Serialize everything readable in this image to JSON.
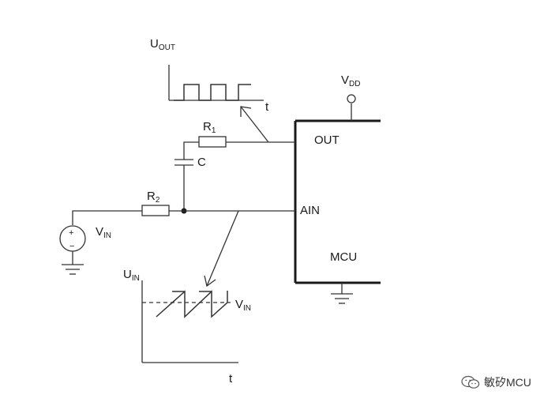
{
  "labels": {
    "uout_main": "U",
    "uout_sub": "OUT",
    "uin_main": "U",
    "uin_sub": "IN",
    "t_top": "t",
    "t_bottom": "t",
    "vdd_main": "V",
    "vdd_sub": "DD",
    "r1_main": "R",
    "r1_sub": "1",
    "r2_main": "R",
    "r2_sub": "2",
    "c": "C",
    "vin_main": "V",
    "vin_sub": "IN",
    "vin_level_main": "V",
    "vin_level_sub": "IN",
    "out_pin": "OUT",
    "ain_pin": "AIN",
    "mcu": "MCU",
    "source_plus": "+",
    "source_minus": "−"
  },
  "watermark": {
    "icon": "wechat-icon",
    "text": "敏矽MCU"
  },
  "colors": {
    "line": "#333333",
    "text": "#1a1a1a",
    "background": "#ffffff"
  }
}
